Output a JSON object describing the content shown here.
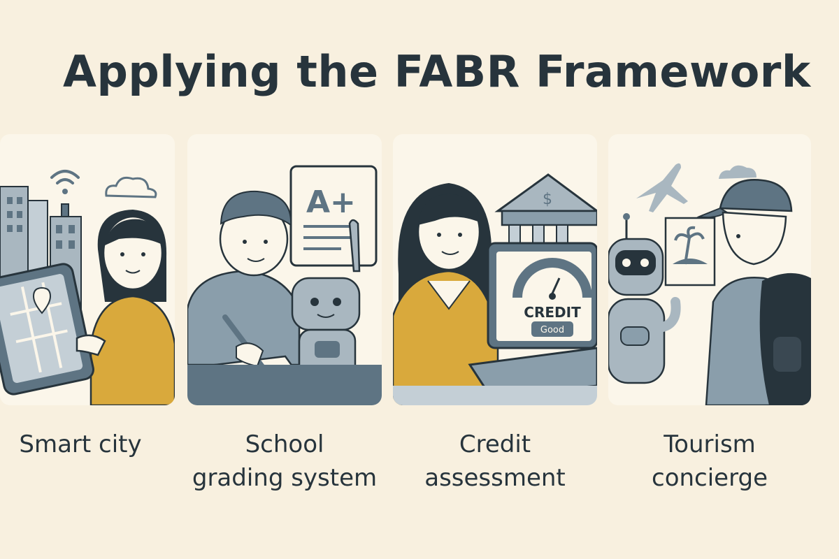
{
  "title": "Applying the FABR Framework",
  "palette": {
    "background": "#f8f0df",
    "card": "#fbf6ea",
    "ink": "#27343c",
    "slate": "#5e7483",
    "light_slate": "#a9b7c0",
    "mustard": "#d9a93c"
  },
  "cards": [
    {
      "label_lines": [
        "Smart city"
      ],
      "icons": [
        "skyline-icon",
        "wifi-icon",
        "cloud-icon",
        "tablet-map-icon",
        "location-pin-icon",
        "woman-icon"
      ]
    },
    {
      "label_lines": [
        "School",
        "grading system"
      ],
      "icons": [
        "grade-card-icon",
        "student-icon",
        "pencil-icon",
        "paper-icon",
        "robot-icon"
      ],
      "grade": "A+"
    },
    {
      "label_lines": [
        "Credit",
        "assessment"
      ],
      "icons": [
        "bank-icon",
        "dollar-icon",
        "woman-icon",
        "laptop-icon",
        "gauge-icon"
      ],
      "gauge_text": "CREDIT",
      "gauge_badge": "Good"
    },
    {
      "label_lines": [
        "Tourism",
        "concierge"
      ],
      "icons": [
        "airplane-icon",
        "cloud-icon",
        "robot-icon",
        "beach-photo-icon",
        "traveler-icon",
        "backpack-icon"
      ]
    }
  ]
}
